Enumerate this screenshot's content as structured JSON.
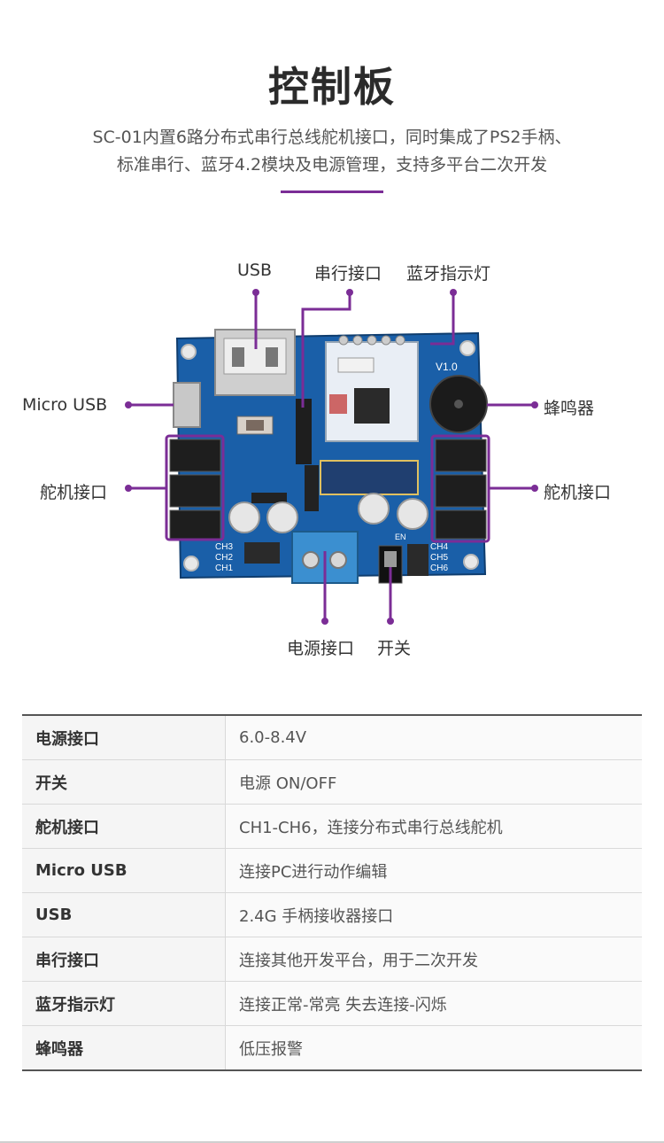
{
  "header": {
    "title": "控制板",
    "subtitle_line1": "SC-01内置6路分布式串行总线舵机接口，同时集成了PS2手柄、",
    "subtitle_line2": "标准串行、蓝牙4.2模块及电源管理，支持多平台二次开发"
  },
  "diagram": {
    "labels": {
      "usb": "USB",
      "serial": "串行接口",
      "bt_led": "蓝牙指示灯",
      "micro_usb": "Micro USB",
      "buzzer": "蜂鸣器",
      "servo_left": "舵机接口",
      "servo_right": "舵机接口",
      "power": "电源接口",
      "switch": "开关"
    },
    "board_text": {
      "version": "V1.0",
      "ch_left": [
        "CH3",
        "CH2",
        "CH1"
      ],
      "ch_right": [
        "CH4",
        "CH5",
        "CH6"
      ],
      "en": "EN"
    },
    "colors": {
      "accent": "#7b2d96",
      "pcb": "#1a5fa8"
    }
  },
  "specs": [
    {
      "key": "电源接口",
      "value": "6.0-8.4V"
    },
    {
      "key": "开关",
      "value": "电源 ON/OFF"
    },
    {
      "key": "舵机接口",
      "value": "CH1-CH6，连接分布式串行总线舵机"
    },
    {
      "key": "Micro USB",
      "value": "连接PC进行动作编辑"
    },
    {
      "key": "USB",
      "value": "2.4G 手柄接收器接口"
    },
    {
      "key": "串行接口",
      "value": "连接其他开发平台，用于二次开发"
    },
    {
      "key": "蓝牙指示灯",
      "value": "连接正常-常亮 失去连接-闪烁"
    },
    {
      "key": "蜂鸣器",
      "value": "低压报警"
    }
  ]
}
